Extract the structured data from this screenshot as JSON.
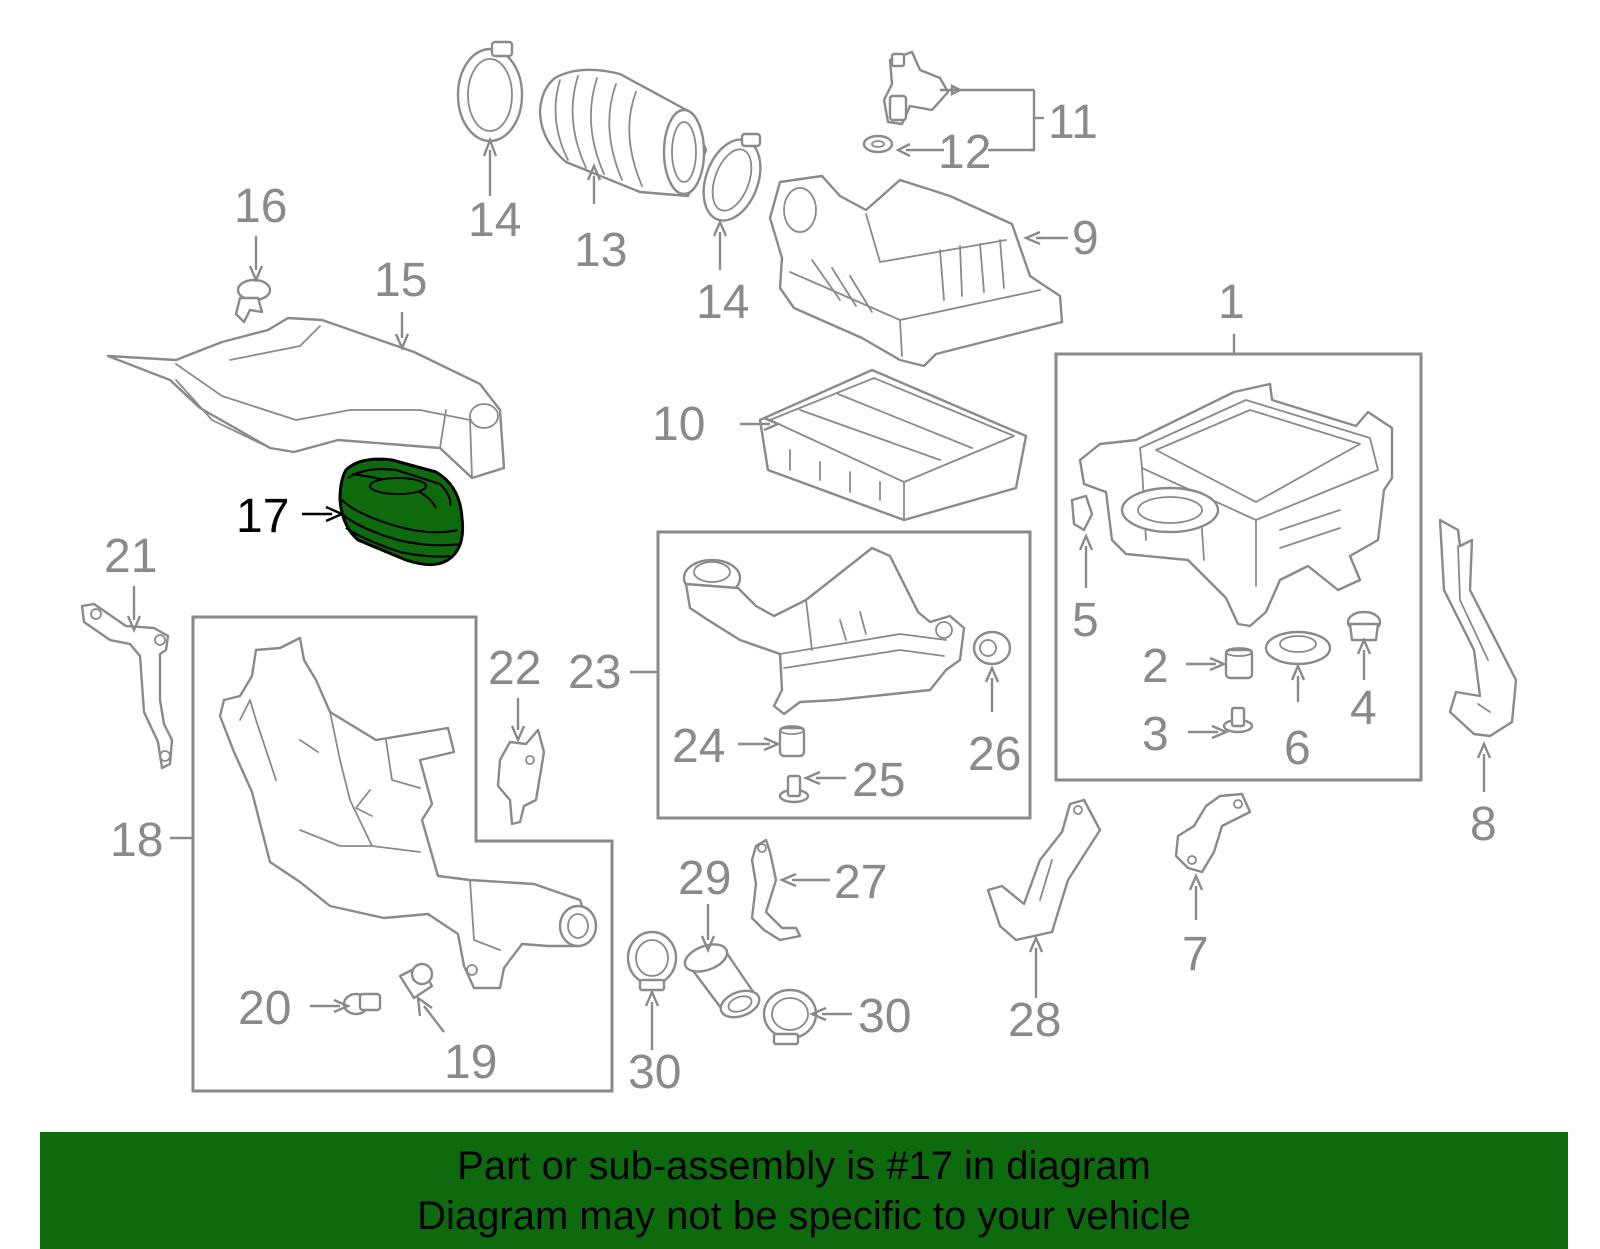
{
  "diagram": {
    "callouts": {
      "c1": "1",
      "c2": "2",
      "c3": "3",
      "c4": "4",
      "c5": "5",
      "c6": "6",
      "c7": "7",
      "c8": "8",
      "c9": "9",
      "c10": "10",
      "c11": "11",
      "c12": "12",
      "c13": "13",
      "c14a": "14",
      "c14b": "14",
      "c15": "15",
      "c16": "16",
      "c17": "17",
      "c18": "18",
      "c19": "19",
      "c20": "20",
      "c21": "21",
      "c22": "22",
      "c23": "23",
      "c24": "24",
      "c25": "25",
      "c26": "26",
      "c27": "27",
      "c28": "28",
      "c29": "29",
      "c30a": "30",
      "c30b": "30"
    },
    "highlight_part": "17",
    "colors": {
      "line": "#8a8a8a",
      "highlight_fill": "#0d6b0d",
      "banner_bg": "#0d6b0d",
      "banner_text": "#000000"
    }
  },
  "banner": {
    "line1": "Part or sub-assembly is #17 in diagram",
    "line2": "Diagram may not be specific to your vehicle"
  }
}
